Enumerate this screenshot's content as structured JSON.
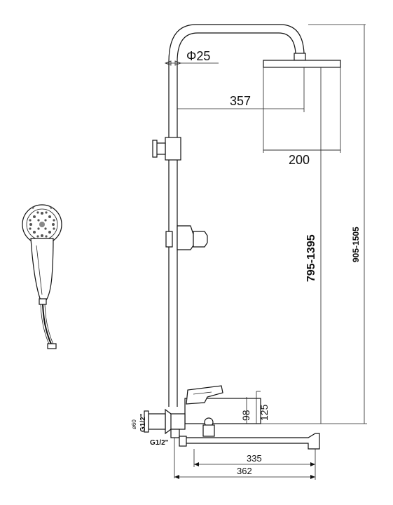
{
  "diagram": {
    "dimensions": {
      "pipe_diameter": "Φ25",
      "arm_reach": "357",
      "head_width": "200",
      "head_height_range": "795-1395",
      "total_height_range": "905-1505",
      "mixer_height_98": "98",
      "mixer_height_125": "125",
      "spout_reach_335": "335",
      "spout_reach_362": "362",
      "connector_diameter": "ø60"
    },
    "thread_labels": {
      "upper": "G1/2\"",
      "lower": "G1/2\""
    }
  }
}
